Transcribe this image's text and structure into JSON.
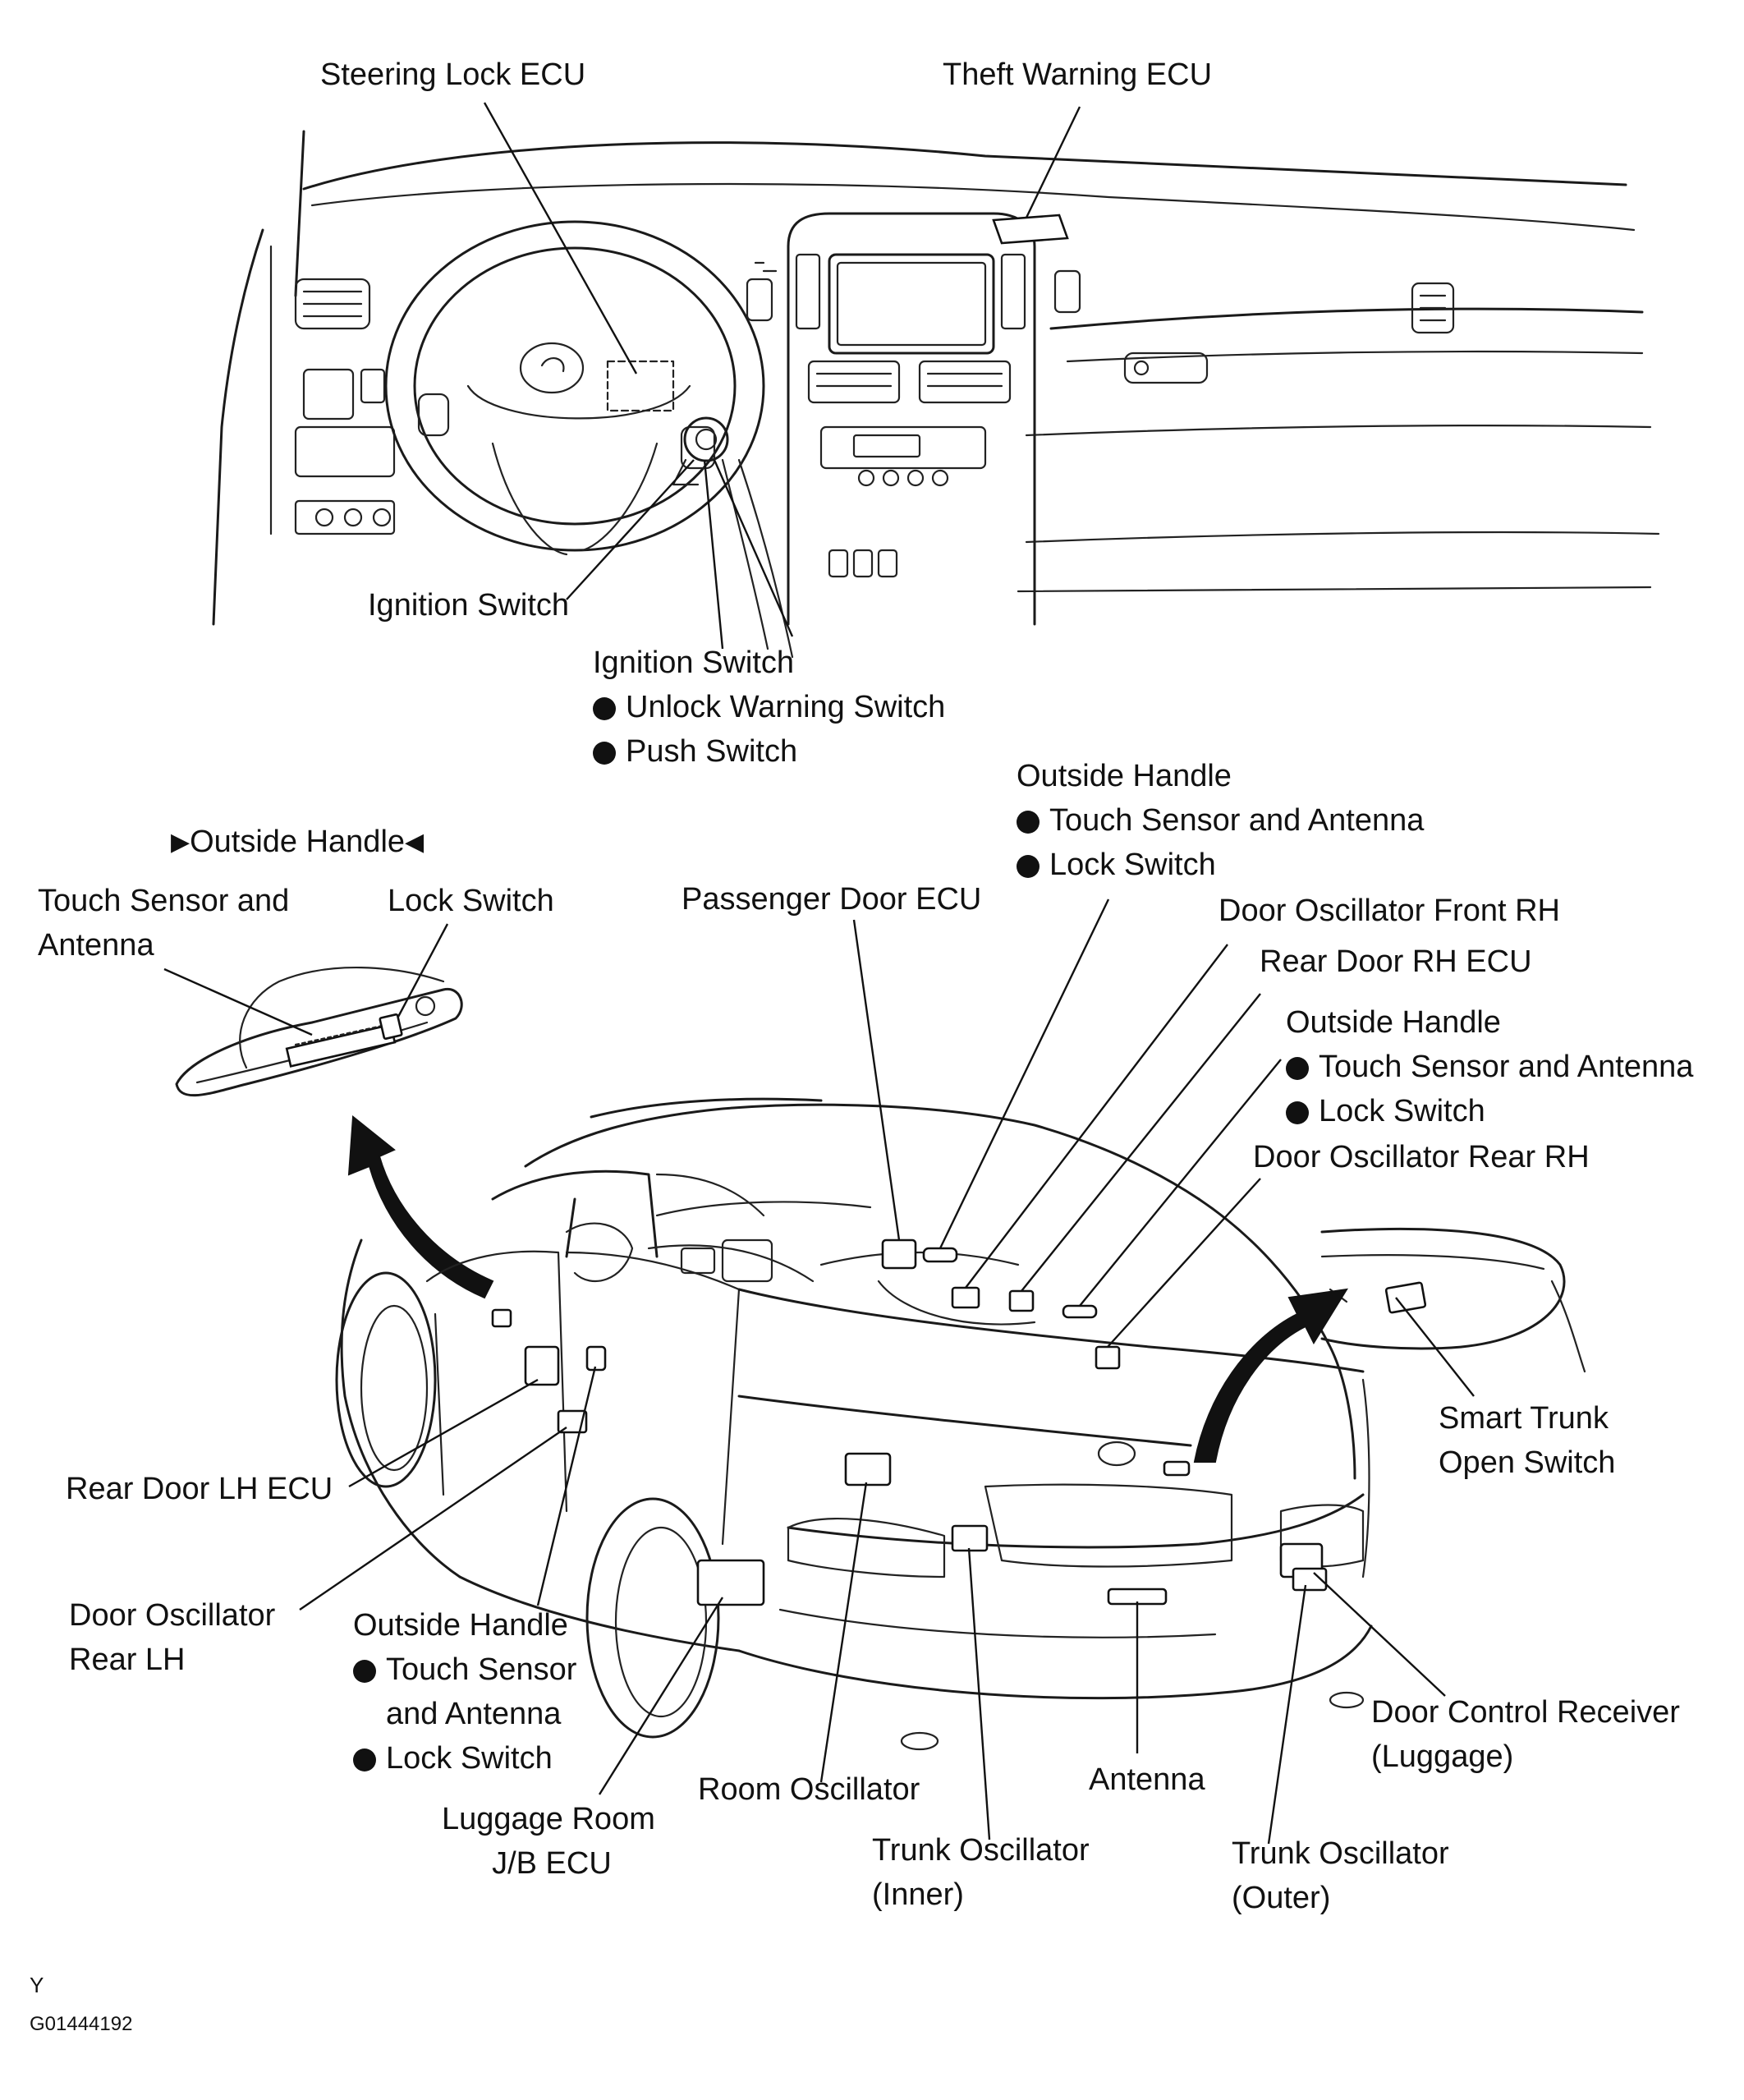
{
  "labels": {
    "steering_lock_ecu": "Steering Lock ECU",
    "theft_warning_ecu": "Theft Warning ECU",
    "ignition_switch": "Ignition Switch",
    "ignition_switch_group": {
      "title": "Ignition Switch",
      "items": [
        "Unlock Warning Switch",
        "Push Switch"
      ]
    },
    "outside_handle_detail": {
      "title": "Outside Handle",
      "touch_sensor_line1": "Touch Sensor and",
      "touch_sensor_line2": "Antenna",
      "lock_switch": "Lock Switch"
    },
    "passenger_door_ecu": "Passenger Door ECU",
    "outside_handle_front_rh": {
      "title": "Outside Handle",
      "items": [
        "Touch Sensor and Antenna",
        "Lock Switch"
      ]
    },
    "door_oscillator_front_rh": "Door Oscillator Front RH",
    "rear_door_rh_ecu": "Rear Door RH ECU",
    "outside_handle_rear_rh": {
      "title": "Outside Handle",
      "items": [
        "Touch Sensor and Antenna",
        "Lock Switch"
      ]
    },
    "door_oscillator_rear_rh": "Door Oscillator Rear RH",
    "smart_trunk_open_switch": {
      "line1": "Smart Trunk",
      "line2": "Open Switch"
    },
    "rear_door_lh_ecu": "Rear Door LH ECU",
    "door_oscillator_rear_lh": {
      "line1": "Door Oscillator",
      "line2": "Rear LH"
    },
    "outside_handle_lh": {
      "title": "Outside Handle",
      "item1_line1": "Touch Sensor",
      "item1_line2": "and Antenna",
      "item2": "Lock Switch"
    },
    "luggage_room_jb_ecu": {
      "line1": "Luggage Room",
      "line2": "J/B ECU"
    },
    "room_oscillator": "Room Oscillator",
    "trunk_oscillator_inner": {
      "line1": "Trunk Oscillator",
      "line2": "(Inner)"
    },
    "antenna": "Antenna",
    "trunk_oscillator_outer": {
      "line1": "Trunk Oscillator",
      "line2": "(Outer)"
    },
    "door_control_receiver": {
      "line1": "Door Control Receiver",
      "line2": "(Luggage)"
    }
  },
  "footer": {
    "mark": "Y",
    "code": "G01444192"
  }
}
